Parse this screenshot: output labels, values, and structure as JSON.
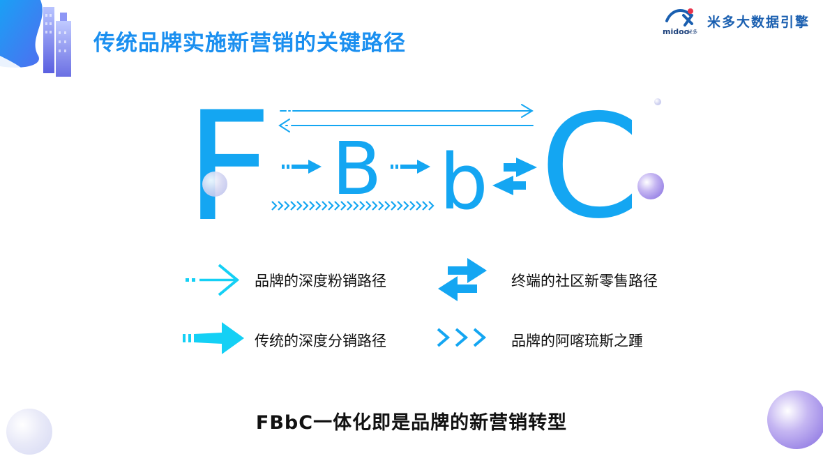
{
  "title": "传统品牌实施新营销的关键路径",
  "brand": {
    "name": "米多大数据引擎",
    "logo_word": "midoo",
    "logo_sub": "米多"
  },
  "diagram": {
    "letters": [
      "F",
      "B",
      "b",
      "C"
    ]
  },
  "legend": [
    {
      "icon": "dotted-arrow-icon",
      "label": "品牌的深度粉销路径"
    },
    {
      "icon": "two-way-arrows-icon",
      "label": "终端的社区新零售路径"
    },
    {
      "icon": "solid-arrow-icon",
      "label": "传统的深度分销路径"
    },
    {
      "icon": "triple-chevron-icon",
      "label": "品牌的阿喀琉斯之踵"
    }
  ],
  "footer": "FBbC一体化即是品牌的新营销转型",
  "colors": {
    "primary": "#14a6f2",
    "title": "#1a8ff0",
    "purple": "#a88be8"
  }
}
